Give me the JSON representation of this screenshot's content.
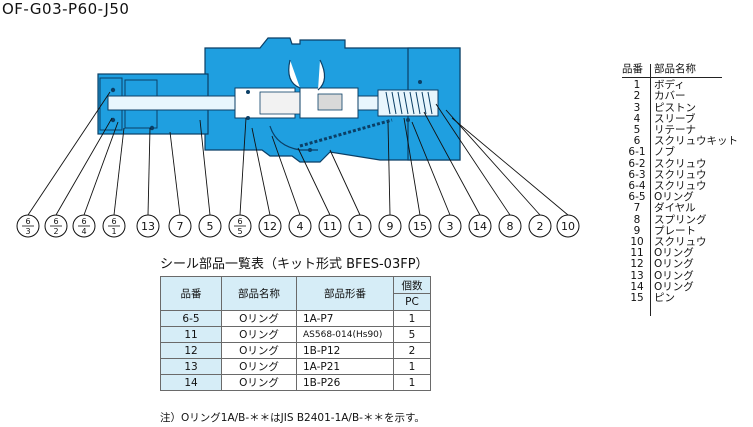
{
  "model": "OF-G03-P60-J50",
  "callouts": [
    {
      "type": "frac",
      "top": "6",
      "bottom": "3"
    },
    {
      "type": "frac",
      "top": "6",
      "bottom": "2"
    },
    {
      "type": "frac",
      "top": "6",
      "bottom": "4"
    },
    {
      "type": "frac",
      "top": "6",
      "bottom": "1"
    },
    {
      "type": "num",
      "label": "13"
    },
    {
      "type": "num",
      "label": "7"
    },
    {
      "type": "num",
      "label": "5"
    },
    {
      "type": "frac",
      "top": "6",
      "bottom": "5"
    },
    {
      "type": "num",
      "label": "12"
    },
    {
      "type": "num",
      "label": "4"
    },
    {
      "type": "num",
      "label": "11"
    },
    {
      "type": "num",
      "label": "1"
    },
    {
      "type": "num",
      "label": "9"
    },
    {
      "type": "num",
      "label": "15"
    },
    {
      "type": "num",
      "label": "3"
    },
    {
      "type": "num",
      "label": "14"
    },
    {
      "type": "num",
      "label": "8"
    },
    {
      "type": "num",
      "label": "2"
    },
    {
      "type": "num",
      "label": "10"
    }
  ],
  "parts_list": {
    "header_no": "品番",
    "header_name": "部品名称",
    "items": [
      {
        "no": "1",
        "name": "ボディ"
      },
      {
        "no": "2",
        "name": "カバー"
      },
      {
        "no": "3",
        "name": "ピストン"
      },
      {
        "no": "4",
        "name": "スリーブ"
      },
      {
        "no": "5",
        "name": "リテーナ"
      },
      {
        "no": "6",
        "name": "スクリュウキット"
      },
      {
        "no": "6-1",
        "name": "ノブ"
      },
      {
        "no": "6-2",
        "name": "スクリュウ"
      },
      {
        "no": "6-3",
        "name": "スクリュウ"
      },
      {
        "no": "6-4",
        "name": "スクリュウ"
      },
      {
        "no": "6-5",
        "name": "Oリング"
      },
      {
        "no": "7",
        "name": "ダイヤル"
      },
      {
        "no": "8",
        "name": "スプリング"
      },
      {
        "no": "9",
        "name": "プレート"
      },
      {
        "no": "10",
        "name": "スクリュウ"
      },
      {
        "no": "11",
        "name": "Oリング"
      },
      {
        "no": "12",
        "name": "Oリング"
      },
      {
        "no": "13",
        "name": "Oリング"
      },
      {
        "no": "14",
        "name": "Oリング"
      },
      {
        "no": "15",
        "name": "ピン"
      }
    ]
  },
  "seal_table": {
    "title": "シール部品一覧表（キット形式 BFES-03FP）",
    "headers": {
      "no": "品番",
      "name": "部品名称",
      "part": "部品形番",
      "qty_top": "個数",
      "qty_bottom": "PC"
    },
    "rows": [
      {
        "no": "6-5",
        "name": "Oリング",
        "part": "1A-P7",
        "qty": "1"
      },
      {
        "no": "11",
        "name": "Oリング",
        "part": "AS568-014(Hs90)",
        "qty": "5"
      },
      {
        "no": "12",
        "name": "Oリング",
        "part": "1B-P12",
        "qty": "2"
      },
      {
        "no": "13",
        "name": "Oリング",
        "part": "1A-P21",
        "qty": "1"
      },
      {
        "no": "14",
        "name": "Oリング",
        "part": "1B-P26",
        "qty": "1"
      }
    ],
    "note": "注）Oリング1A/B-＊＊はJIS B2401-1A/B-＊＊を示す。"
  },
  "colors": {
    "body": "#1f9fe0",
    "outline": "#0b3f66",
    "callout_bg": "#ffffff"
  }
}
